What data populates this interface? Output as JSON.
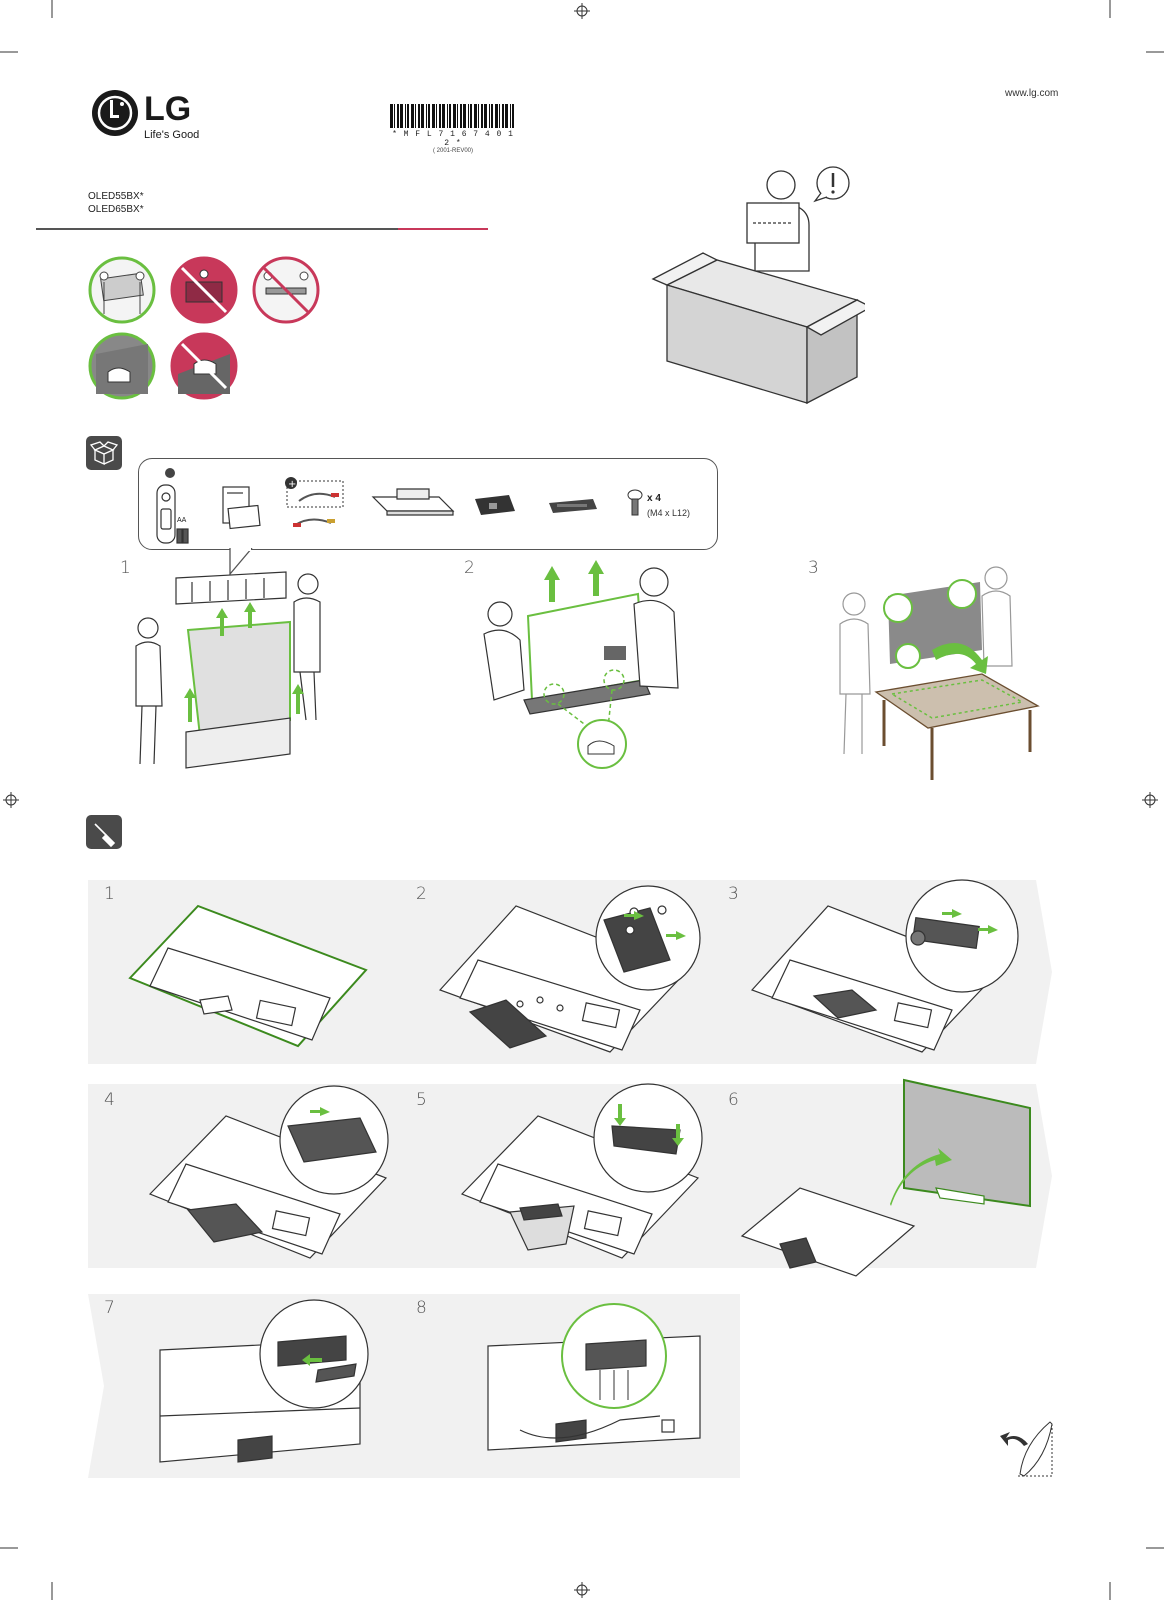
{
  "brand": {
    "logo_text": "LG",
    "tagline": "Life's Good",
    "website": "www.lg.com",
    "logo_color": "#a50034"
  },
  "barcode": {
    "code": "* M F L 7 1 6 7 4 0 1 2 *",
    "revision": "( 2001-REV00)"
  },
  "models": [
    "OLED55BX*",
    "OLED65BX*"
  ],
  "accent_color": "#6abf40",
  "warning_color": "#c8385a",
  "handling_icons": [
    "correct-carry-icon",
    "wrong-carry-icon",
    "wrong-carry-flat-icon",
    "correct-grip-icon",
    "wrong-grip-icon"
  ],
  "unbox": {
    "section_icon": "box-open-icon",
    "accessories": {
      "remote_label": "AA",
      "screw_count": "x 4",
      "screw_spec": "(M4 x L12)"
    },
    "steps": [
      "1",
      "2",
      "3"
    ]
  },
  "assembly": {
    "section_icon": "screwdriver-icon",
    "steps": [
      "1",
      "2",
      "3",
      "4",
      "5",
      "6",
      "7",
      "8"
    ]
  }
}
